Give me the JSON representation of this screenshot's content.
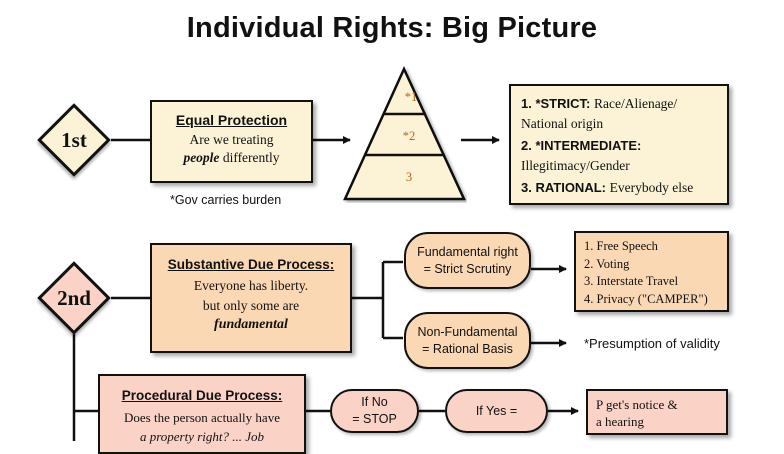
{
  "title": "Individual Rights: Big Picture",
  "steps": {
    "first": "1st",
    "second": "2nd"
  },
  "equal_protection": {
    "heading": "Equal Protection",
    "line1": "Are we treating",
    "line2_em": "people",
    "line2_rest": " differently",
    "note": "*Gov carries burden"
  },
  "pyramid": {
    "tiers": [
      "*1",
      "*2",
      "3"
    ]
  },
  "scrutiny_levels": {
    "strict_label": "1. *STRICT:",
    "strict_text": "Race/Alienage/",
    "strict_text2": "National origin",
    "intermediate_label": "2. *INTERMEDIATE:",
    "intermediate_text": "Illegitimacy/Gender",
    "rational_label": "3. RATIONAL:",
    "rational_text": "Everybody else"
  },
  "substantive": {
    "heading": "Substantive Due Process:",
    "line1": "Everyone has liberty.",
    "line2": "but only some are",
    "line3": "fundamental"
  },
  "fundamental_right": {
    "line1": "Fundamental right",
    "line2": "= Strict Scrutiny"
  },
  "non_fundamental": {
    "line1": "Non-Fundamental",
    "line2": "= Rational Basis"
  },
  "fundamental_list": [
    "1. Free Speech",
    "2. Voting",
    "3. Interstate Travel",
    "4. Privacy (\"CAMPER\")"
  ],
  "presumption_note": "*Presumption of validity",
  "procedural": {
    "heading": "Procedural Due Process:",
    "line1": "Does the person actually have",
    "line2": "a property right? ... Job"
  },
  "if_no": {
    "line1": "If No",
    "line2": "= STOP"
  },
  "if_yes": "If Yes =",
  "notice_box": {
    "line1": "P get's notice &",
    "line2": "a hearing"
  },
  "colors": {
    "cream": "#fcf3d6",
    "orange": "#fbd8b4",
    "pink": "#fbd3c6",
    "line": "#111111"
  }
}
